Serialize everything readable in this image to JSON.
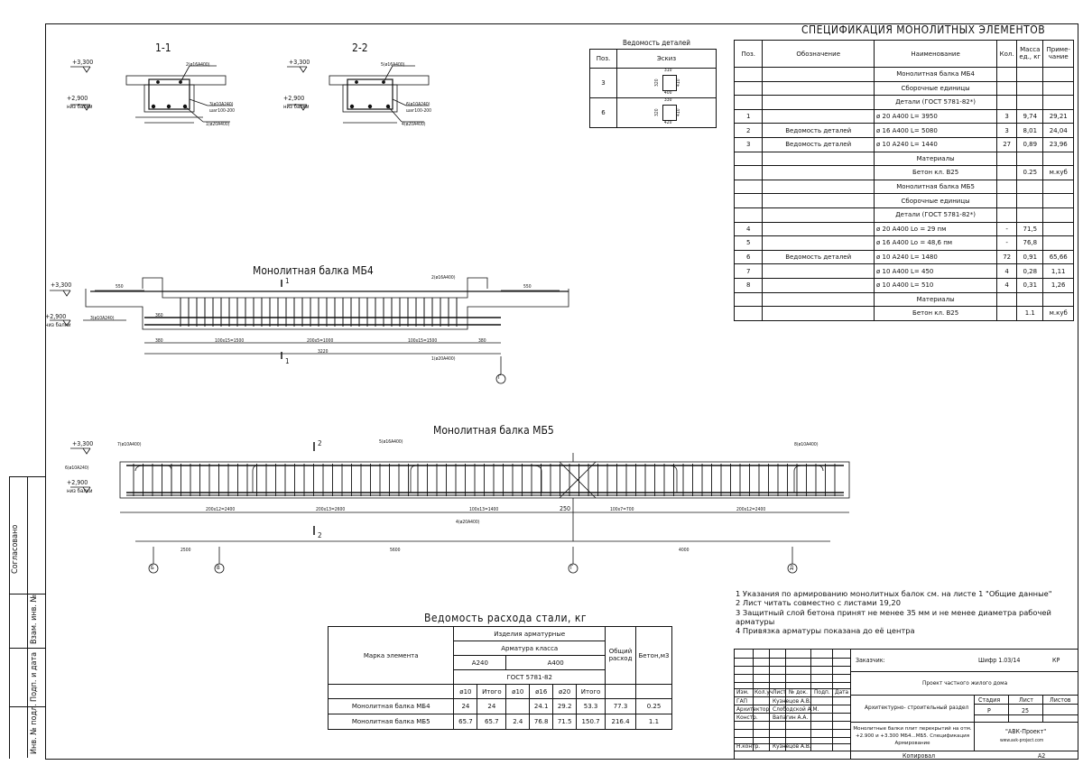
{
  "spec": {
    "title": "СПЕЦИФИКАЦИЯ МОНОЛИТНЫХ ЭЛЕМЕНТОВ",
    "headers": [
      "Поз.",
      "Обозначение",
      "Наименование",
      "Кол.",
      "Масса ед., кг",
      "Приме- чание"
    ],
    "rows": [
      [
        "",
        "",
        "Монолитная балка МБ4",
        "",
        "",
        ""
      ],
      [
        "",
        "",
        "Сборочные единицы",
        "",
        "",
        ""
      ],
      [
        "",
        "",
        "Детали (ГОСТ 5781-82*)",
        "",
        "",
        ""
      ],
      [
        "1",
        "",
        "ø  20  А400    L=  3950",
        "3",
        "9,74",
        "29,21"
      ],
      [
        "2",
        "Ведомость деталей",
        "ø  16  А400    L=  5080",
        "3",
        "8,01",
        "24,04"
      ],
      [
        "3",
        "Ведомость деталей",
        "ø  10  А240    L=  1440",
        "27",
        "0,89",
        "23,96"
      ],
      [
        "",
        "",
        "Материалы",
        "",
        "",
        ""
      ],
      [
        "",
        "",
        "Бетон кл. В25",
        "",
        "0.25",
        "м.куб"
      ],
      [
        "",
        "",
        "Монолитная балка МБ5",
        "",
        "",
        ""
      ],
      [
        "",
        "",
        "Сборочные единицы",
        "",
        "",
        ""
      ],
      [
        "",
        "",
        "Детали (ГОСТ 5781-82*)",
        "",
        "",
        ""
      ],
      [
        "4",
        "",
        "ø  20  А400   Lo =  29       пм",
        "-",
        "71,5",
        ""
      ],
      [
        "5",
        "",
        "ø  16  А400   Lo =  48,6    пм",
        "-",
        "76,8",
        ""
      ],
      [
        "6",
        "Ведомость деталей",
        "ø  10  А240    L=  1480",
        "72",
        "0,91",
        "65,66"
      ],
      [
        "7",
        "",
        "ø  10  А400    L=  450",
        "4",
        "0,28",
        "1,11"
      ],
      [
        "8",
        "",
        "ø  10  А400    L=  510",
        "4",
        "0,31",
        "1,26"
      ],
      [
        "",
        "",
        "Материалы",
        "",
        "",
        ""
      ],
      [
        "",
        "",
        "Бетон кл. В25",
        "",
        "1.1",
        "м.куб"
      ]
    ]
  },
  "details": {
    "title": "Ведомость деталей",
    "headers": [
      "Поз.",
      "Эскиз"
    ],
    "rows": [
      {
        "pos": "3",
        "w": "310",
        "h1": "320",
        "h2": "410",
        "b": "400"
      },
      {
        "pos": "6",
        "w": "330",
        "h1": "320",
        "h2": "410",
        "b": "420"
      }
    ]
  },
  "steel": {
    "title": "Ведомость расхода стали, кг",
    "h_mark": "Марка элемента",
    "h_products": "Изделия арматурные",
    "h_class": "Арматура класса",
    "h_a240": "А240",
    "h_a400": "А400",
    "h_gost": "ГОСТ 5781-82",
    "h_total": "Общий расход",
    "h_concrete": "Бетон,м3",
    "sub": [
      "ø10",
      "Итого",
      "ø10",
      "ø16",
      "ø20",
      "Итого"
    ],
    "rows": [
      [
        "Монолитная балка МБ4",
        "24",
        "24",
        "",
        "24.1",
        "29.2",
        "53.3",
        "77.3",
        "0.25"
      ],
      [
        "Монолитная балка МБ5",
        "65.7",
        "65.7",
        "2.4",
        "76.8",
        "71.5",
        "150.7",
        "216.4",
        "1.1"
      ]
    ]
  },
  "notes": [
    "1 Указания по армированию монолитных балок см. на листе 1 \"Общие данные\"",
    "2 Лист читать совместно с листами 19,20",
    "3 Защитный слой бетона  принят  не менее 35 мм и не менее диаметра рабочей",
    "арматуры",
    "4 Привязка арматуры показана до её центра"
  ],
  "drawings": {
    "sec1": "1-1",
    "sec2": "2-2",
    "mb4_title": "Монолитная балка МБ4",
    "mb5_title": "Монолитная балка МБ5",
    "lvl_top": "+3,300",
    "lvl_bot": "+2,900",
    "lvl_bot2": "низ балки",
    "s1_a": "2(ø16А400)",
    "s1_b": "3(ø10А240)",
    "s1_c": "шаг100-200",
    "s1_d": "1(ø20А400)",
    "s2_a": "5(ø16А400)",
    "s2_b": "6(ø10А240)",
    "s2_c": "шаг100-200",
    "s2_d": "4(ø20А400)",
    "mb4_a": "2(ø16А400)",
    "mb4_b": "3(ø10А240)",
    "mb4_c": "1(ø20А400)",
    "mb4_d1": "100х15=1500",
    "mb4_d2": "200х5=1000",
    "mb4_d3": "3220",
    "mb4_dd": "550",
    "mb4_dm": "360",
    "mb4_edge": "380",
    "mark1": "1",
    "markG": "Г",
    "mb5_a": "7(ø10А400)",
    "mb5_b": "6(ø10А240)",
    "mb5_c": "5(ø16А400)",
    "mb5_d": "4(ø20А400)",
    "mb5_e": "8(ø10А400)",
    "mb5_d1": "200х12=2400",
    "mb5_d2": "200х13=2600",
    "mb5_d3": "100х7=700",
    "mb5_d4": "100х13=1400",
    "mb5_250": "250",
    "mb5_2500": "2500",
    "mb5_5600": "5600",
    "mb5_4000": "4000",
    "mark2": "2",
    "axB": "Б",
    "axV": "В",
    "axG": "Г",
    "axD": "Д"
  },
  "stamp": {
    "customer_label": "Заказчик:",
    "code": "Шифр 1.03/14",
    "kr": "КР",
    "project": "Проект частного жилого дома",
    "section": "Архитектурно- строительный раздел",
    "sheet_title": "Монолитные балки плит перекрытий на отм. +2.900 и +3.300 МБ4...МБ5. Спецификация Армирование",
    "stage_label": "Стадия",
    "sheet_label": "Лист",
    "sheets_label": "Листов",
    "stage": "Р",
    "sheet": "25",
    "org": "\"АВК-Проект\"",
    "org_site": "www.avk-project.com",
    "cols": [
      "Изм.",
      "Кол.уч",
      "Лист",
      "№ док.",
      "Подп.",
      "Дата"
    ],
    "roles": [
      {
        "role": "ГАП",
        "name": "Кузнецов А.В."
      },
      {
        "role": "Архитектор",
        "name": "Слободской А.М."
      },
      {
        "role": "Констр.",
        "name": "Вапагин А.А."
      },
      {
        "role": "",
        "name": ""
      },
      {
        "role": "Н.контр.",
        "name": "Кузнецов А.В."
      }
    ],
    "copied": "Копировал",
    "format": "А2"
  },
  "side": {
    "agreed": "Согласовано",
    "vzam": "Взам. инв. №",
    "podp": "Подп. и дата",
    "inv": "Инв. № подл."
  }
}
